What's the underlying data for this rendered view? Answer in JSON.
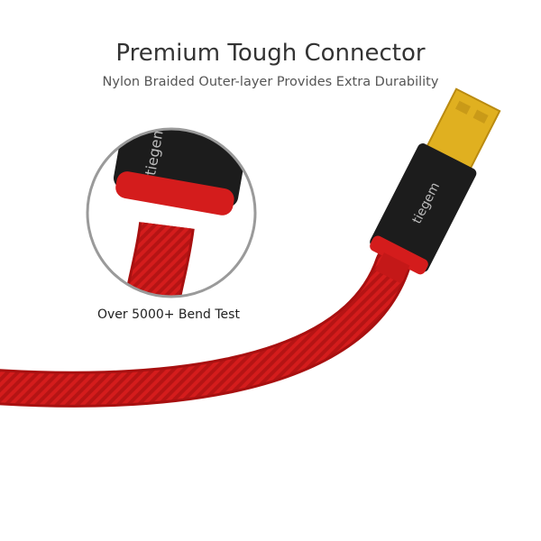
{
  "header": {
    "title": "Premium Tough Connector",
    "subtitle": "Nylon Braided Outer-layer Provides Extra Durability"
  },
  "inset": {
    "caption": "Over 5000+ Bend Test"
  },
  "product": {
    "brand_logo": "tiegem"
  },
  "colors": {
    "cable": "#d41c1c",
    "housing": "#1c1c1c",
    "plug": "#e0b020",
    "inset_ring": "#9a9a9a"
  }
}
